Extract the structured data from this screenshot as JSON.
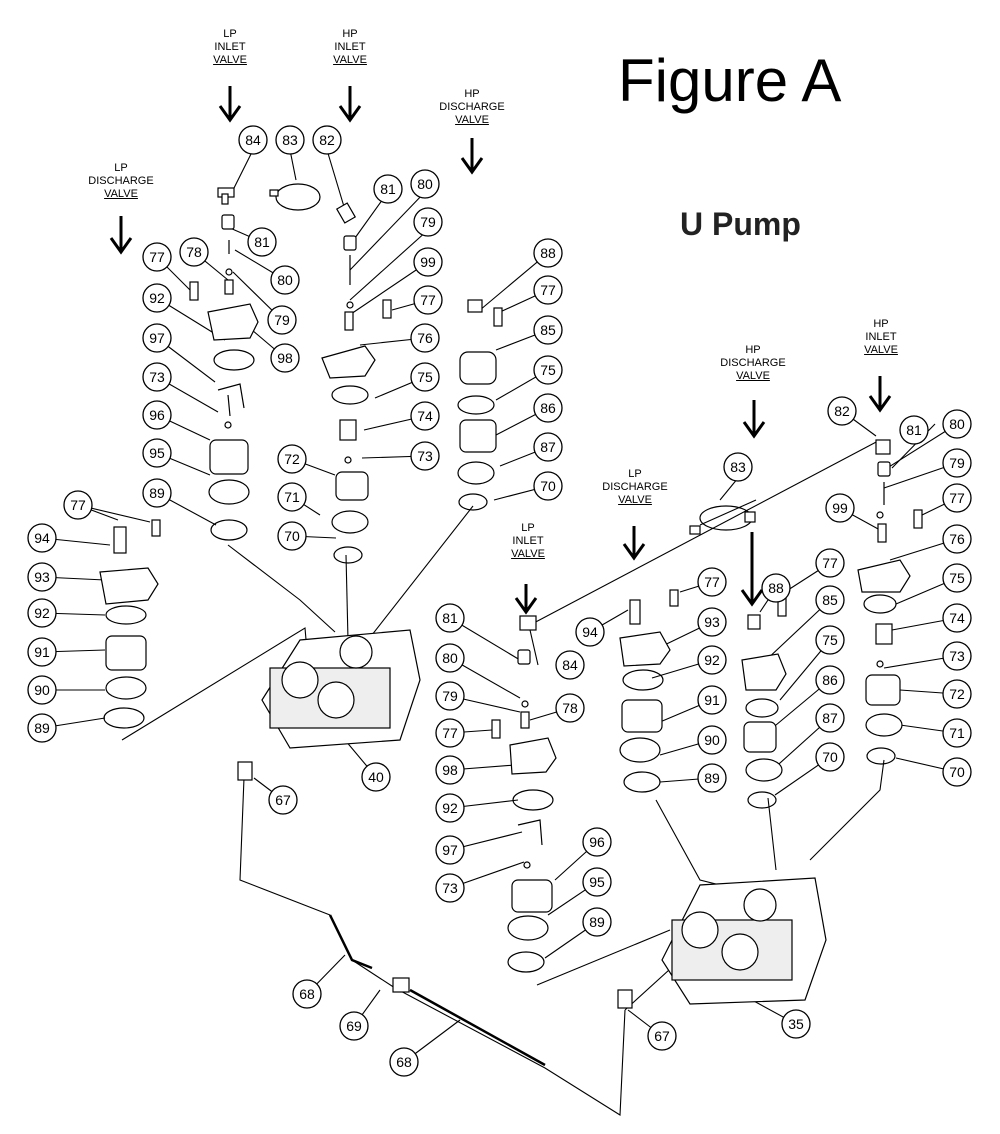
{
  "figure_title": "Figure A",
  "subtitle": "U Pump",
  "valve_labels": [
    {
      "l1": "LP",
      "l2": "INLET",
      "l3": "VALVE"
    },
    {
      "l1": "HP",
      "l2": "INLET",
      "l3": "VALVE"
    },
    {
      "l1": "HP",
      "l2": "DISCHARGE",
      "l3": "VALVE"
    },
    {
      "l1": "LP",
      "l2": "DISCHARGE",
      "l3": "VALVE"
    },
    {
      "l1": "HP",
      "l2": "INLET",
      "l3": "VALVE"
    },
    {
      "l1": "HP",
      "l2": "DISCHARGE",
      "l3": "VALVE"
    },
    {
      "l1": "LP",
      "l2": "DISCHARGE",
      "l3": "VALVE"
    },
    {
      "l1": "LP",
      "l2": "INLET",
      "l3": "VALVE"
    }
  ],
  "callouts": [
    "84",
    "83",
    "82",
    "81",
    "80",
    "81",
    "80",
    "79",
    "79",
    "77",
    "78",
    "99",
    "77",
    "88",
    "77",
    "92",
    "98",
    "76",
    "85",
    "97",
    "75",
    "75",
    "73",
    "74",
    "86",
    "96",
    "72",
    "73",
    "87",
    "95",
    "71",
    "70",
    "89",
    "70",
    "77",
    "94",
    "93",
    "92",
    "91",
    "90",
    "89",
    "40",
    "67",
    "83",
    "82",
    "81",
    "80",
    "79",
    "99",
    "77",
    "76",
    "75",
    "74",
    "73",
    "72",
    "71",
    "70",
    "77",
    "88",
    "85",
    "75",
    "86",
    "87",
    "70",
    "77",
    "94",
    "93",
    "92",
    "91",
    "90",
    "89",
    "81",
    "80",
    "79",
    "78",
    "77",
    "98",
    "92",
    "97",
    "73",
    "84",
    "96",
    "95",
    "89",
    "68",
    "69",
    "68",
    "67",
    "35"
  ]
}
